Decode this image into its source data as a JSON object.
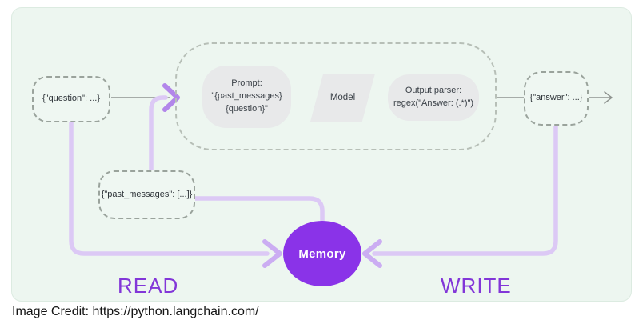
{
  "diagram": {
    "nodes": {
      "question": "{\"question\": ...}",
      "past_messages": "{\"past_messages\": [...]}",
      "answer": "{\"answer\": ...}",
      "prompt": "Prompt:\n\"{past_messages}\n{question}\"",
      "model": "Model",
      "output_parser": "Output parser:\nregex(\"Answer: (.*)\")",
      "memory": "Memory"
    },
    "flow_labels": {
      "read": "READ",
      "write": "WRITE"
    },
    "colors": {
      "panel_bg": "#edf6f0",
      "panel_border": "#dcebe1",
      "node_dash_border": "#9aa39c",
      "chain_dash_border": "#b7bfb7",
      "gray_box_bg": "#e8e9ea",
      "box_text": "#3a4047",
      "memory_fill": "#8a33e8",
      "memory_text": "#ffffff",
      "flow_label_text": "#8236d8",
      "path_line": "#dcc9f5",
      "arrowhead_strong": "#b286ea",
      "arrowhead_soft": "#cbadf2",
      "gray_line": "#8e938f"
    }
  },
  "caption": "Image Credit: https://python.langchain.com/"
}
